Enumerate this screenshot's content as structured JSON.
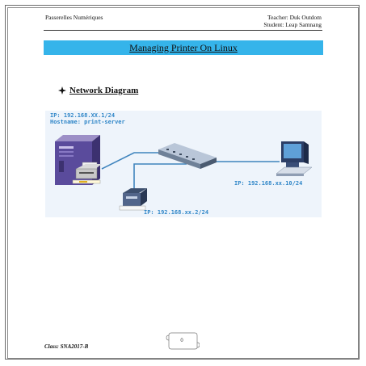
{
  "header": {
    "left": "Passerelles Numériques",
    "teacher": "Teacher: Duk Outdom",
    "student": "Student: Leap Samnang"
  },
  "title": "Managing Printer On Linux",
  "section": {
    "bullet_icon": "diamond-bullet-icon",
    "heading": "Network Diagram"
  },
  "diagram": {
    "server_ip": "IP: 192.168.XX.1/24",
    "server_hostname": "Hostname: print-server",
    "client_ip": "IP: 192.168.xx.10/24",
    "printer_ip": "IP: 192.168.xx.2/24"
  },
  "footer": {
    "class": "Class: SNA2017-B",
    "page_number": "0"
  },
  "colors": {
    "title_band": "#35b4ea",
    "ip_text": "#2f86c8",
    "diagram_bg": "#eef4fb",
    "link_line": "#3f84bd"
  }
}
